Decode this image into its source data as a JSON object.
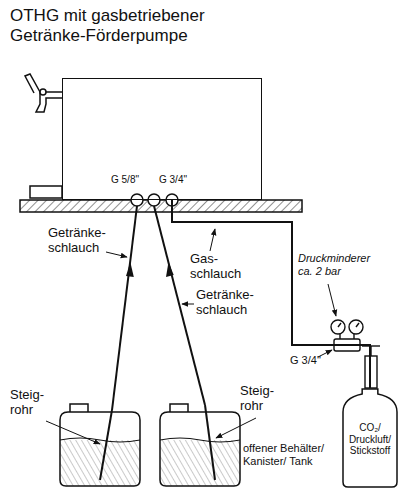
{
  "diagram": {
    "title": "OTHG mit gasbetriebener Getränke-Förderpumpe",
    "nodes": [
      {
        "text": [
          "G 5/8\"",
          "G 3/4\""
        ]
      },
      {
        "text": [
          "CO₂/ Druckluft/ Stickstoff"
        ]
      }
    ],
    "edges": [
      {
        "from": 0,
        "to": 1,
        "arrow": "none"
      }
    ],
    "labels": [
      "Getränke- schlauch",
      "Gas- schlauch",
      "Getränke- schlauch",
      "Steig- rohr",
      "Steig- rohr",
      "offener Behälter/ Kanister/ Tank",
      "Druckminderer ca. 2 bar",
      "G 3/4\""
    ]
  }
}
